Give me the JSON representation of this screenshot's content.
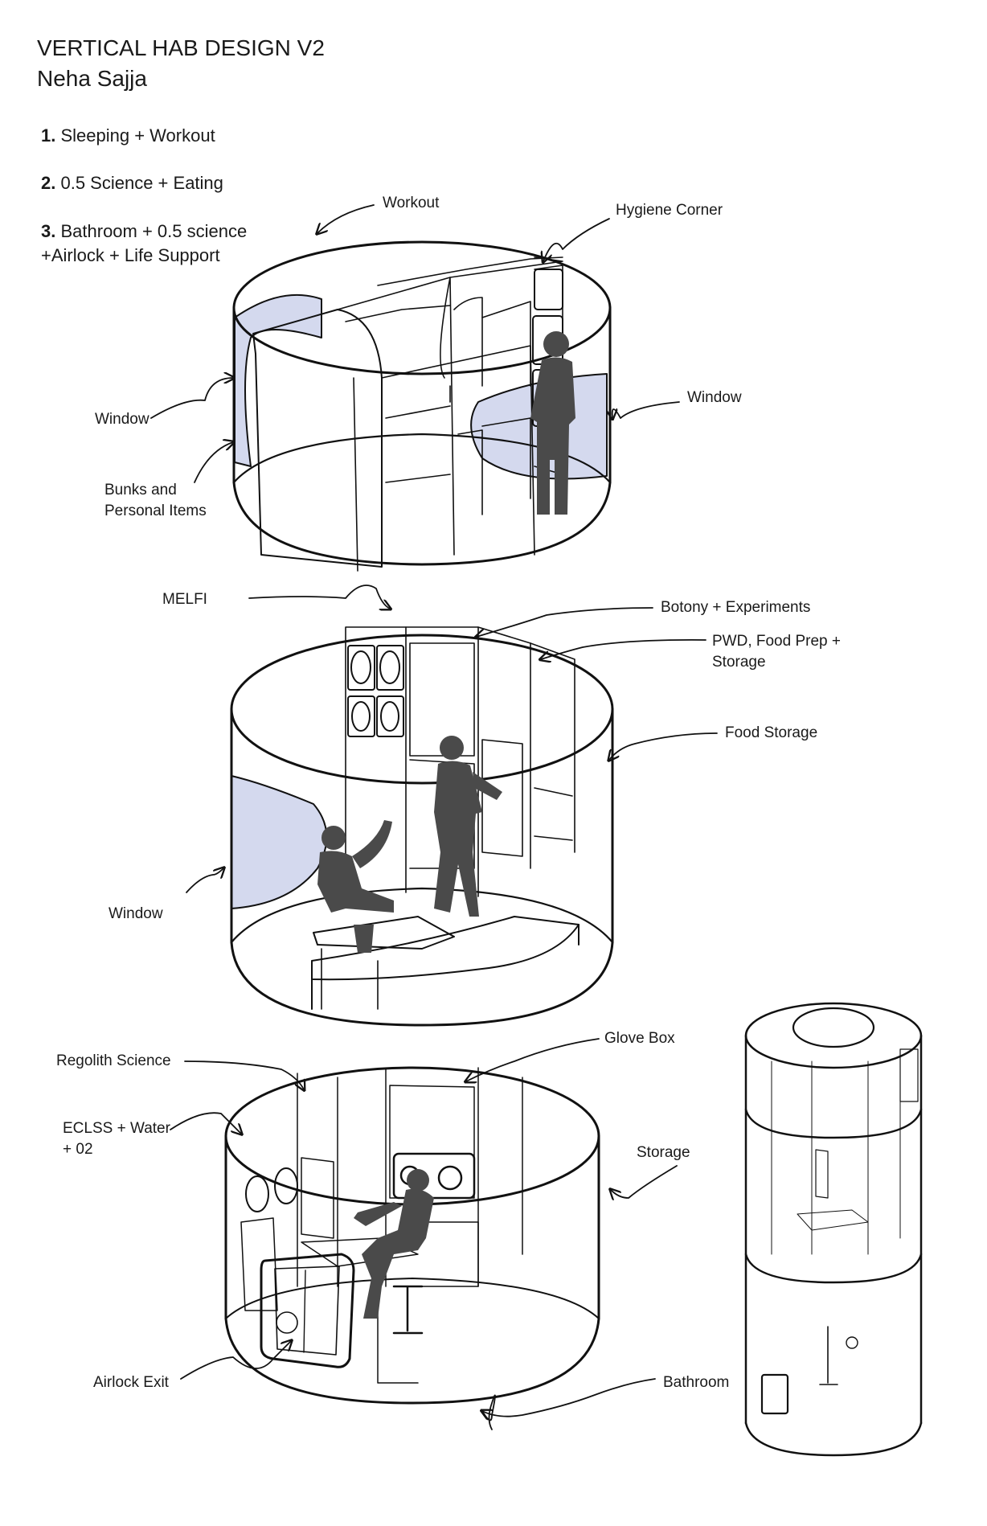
{
  "header": {
    "title": "VERTICAL HAB DESIGN V2",
    "author": "Neha Sajja"
  },
  "levels": [
    {
      "num": "1.",
      "text": "Sleeping + Workout"
    },
    {
      "num": "2.",
      "text": "0.5 Science + Eating"
    },
    {
      "num": "3.",
      "text": "Bathroom + 0.5 science",
      "text2": "+Airlock + Life Support"
    }
  ],
  "labels": {
    "workout": "Workout",
    "hygiene_corner": "Hygiene Corner",
    "window_l1_left": "Window",
    "window_l1_right": "Window",
    "bunks_1": "Bunks and",
    "bunks_2": "Personal Items",
    "melfi": "MELFI",
    "botony": "Botony + Experiments",
    "pwd_1": "PWD, Food Prep +",
    "pwd_2": "Storage",
    "food_storage": "Food Storage",
    "window_l2": "Window",
    "regolith": "Regolith Science",
    "glove_box": "Glove Box",
    "eclss_1": "ECLSS + Water",
    "eclss_2": "+ 02",
    "storage": "Storage",
    "airlock_exit": "Airlock Exit",
    "bathroom": "Bathroom"
  },
  "colors": {
    "window_fill": "#d4d9ee",
    "figure": "#4a4a4a",
    "ink": "#111111"
  }
}
